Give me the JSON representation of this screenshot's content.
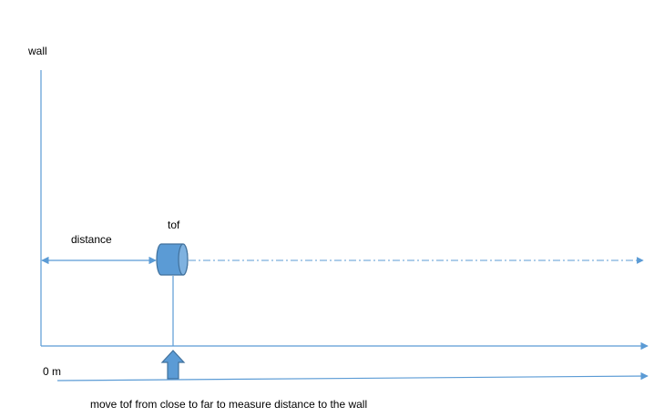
{
  "labels": {
    "wall": "wall",
    "tof": "tof",
    "distance": "distance",
    "zero": "0 m",
    "caption": "move tof from close to far to measure distance to the wall"
  },
  "colors": {
    "line": "#5B9BD5",
    "sensor_fill": "#5B9BD5",
    "sensor_stroke": "#41719C",
    "text": "#000000"
  }
}
